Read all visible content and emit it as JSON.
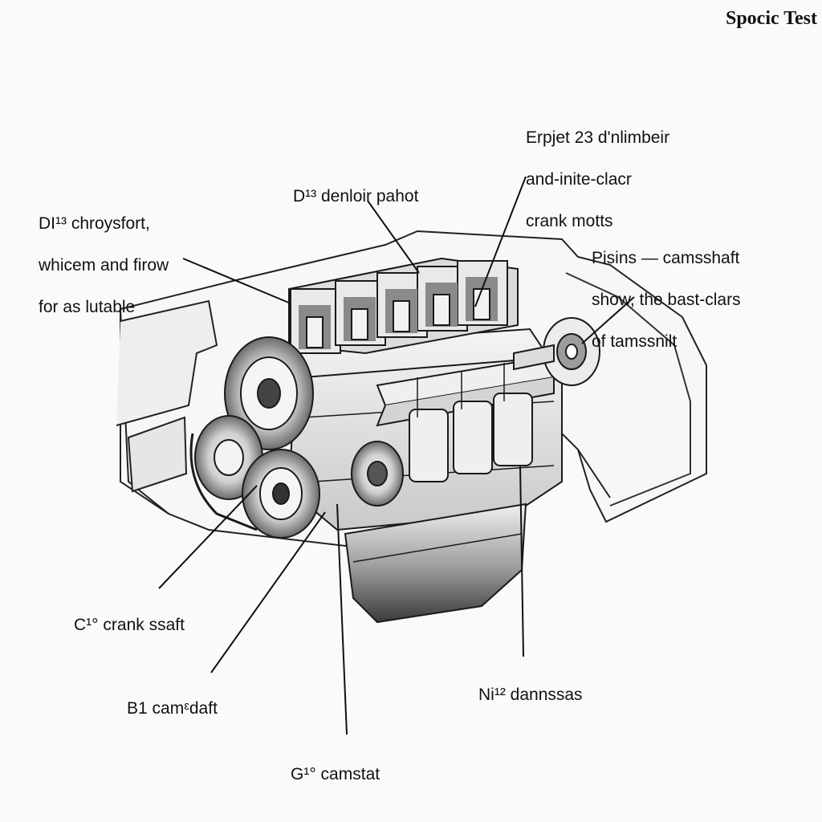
{
  "page": {
    "title": "Spocic Test"
  },
  "labels": {
    "left_top": {
      "lines": [
        "DI¹³ chroysfort,",
        "whicem and firow",
        "for as lutable"
      ]
    },
    "center_top": {
      "lines": [
        "D¹³ denloir pahot"
      ]
    },
    "right_top": {
      "lines": [
        "Erpjet  23 d'nlimbeir",
        "and-inite-clacr",
        "crank motts"
      ]
    },
    "right_mid": {
      "lines": [
        "Pisins — camsshaft",
        "show, the bast-clars",
        "of tamssnilt"
      ]
    },
    "left_low": {
      "lines": [
        "C¹° crank ssaft"
      ]
    },
    "bottom_left": {
      "lines": [
        "B1 camᵋdaft"
      ]
    },
    "bottom_mid": {
      "lines": [
        "G¹° camstat"
      ]
    },
    "bottom_right": {
      "lines": [
        "Ni¹² dannssas"
      ]
    }
  },
  "colors": {
    "ink": "#111111",
    "metal_light": "#e8e8e8",
    "metal_mid": "#bdbdbd",
    "metal_dark": "#555555",
    "background": "#fafafa"
  }
}
